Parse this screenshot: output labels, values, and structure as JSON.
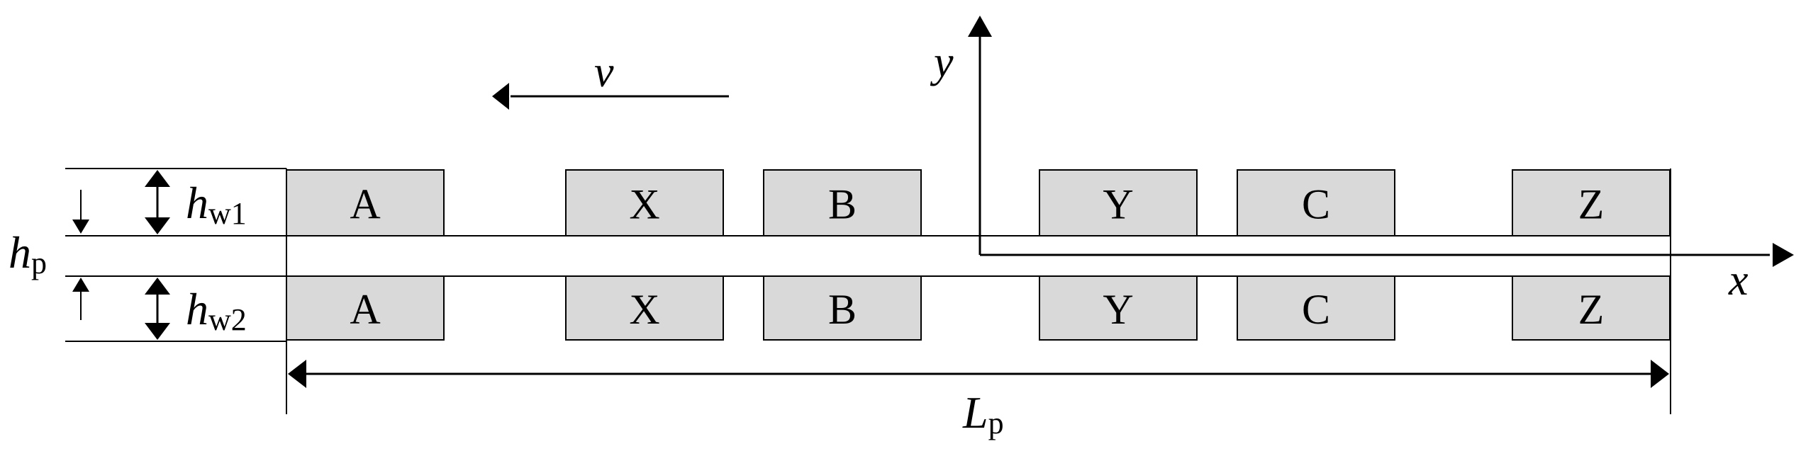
{
  "colors": {
    "ink": "#000000",
    "coil_fill": "#d9d9d9",
    "background": "#ffffff"
  },
  "top_coils": [
    "A",
    "X",
    "B",
    "Y",
    "C",
    "Z"
  ],
  "bottom_coils": [
    "A",
    "X",
    "B",
    "Y",
    "C",
    "Z"
  ],
  "labels": {
    "velocity": "v",
    "y_axis": "y",
    "x_axis": "x",
    "hw1_main": "h",
    "hw1_sub": "w1",
    "hw2_main": "h",
    "hw2_sub": "w2",
    "hp_main": "h",
    "hp_sub": "p",
    "lp_main": "L",
    "lp_sub": "p"
  }
}
